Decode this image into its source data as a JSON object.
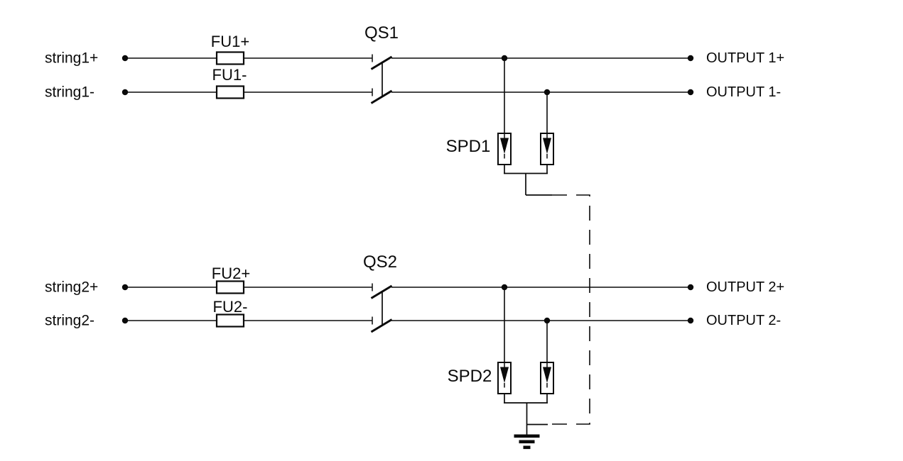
{
  "page": {
    "background_color": "#ffffff",
    "line_color": "#0a0a0a"
  },
  "diagram": {
    "type": "pv-string-combiner-schematic",
    "strings": [
      {
        "input_pos_label": "string1+",
        "input_neg_label": "string1-",
        "fuse_pos_label": "FU1+",
        "fuse_neg_label": "FU1-",
        "switch_label": "QS1",
        "spd_label": "SPD1",
        "output_pos_label": "OUTPUT 1+",
        "output_neg_label": "OUTPUT 1-"
      },
      {
        "input_pos_label": "string2+",
        "input_neg_label": "string2-",
        "fuse_pos_label": "FU2+",
        "fuse_neg_label": "FU2-",
        "switch_label": "QS2",
        "spd_label": "SPD2",
        "output_pos_label": "OUTPUT 2+",
        "output_neg_label": "OUTPUT 2-"
      }
    ],
    "ground_icon": "earth-ground-symbol"
  }
}
